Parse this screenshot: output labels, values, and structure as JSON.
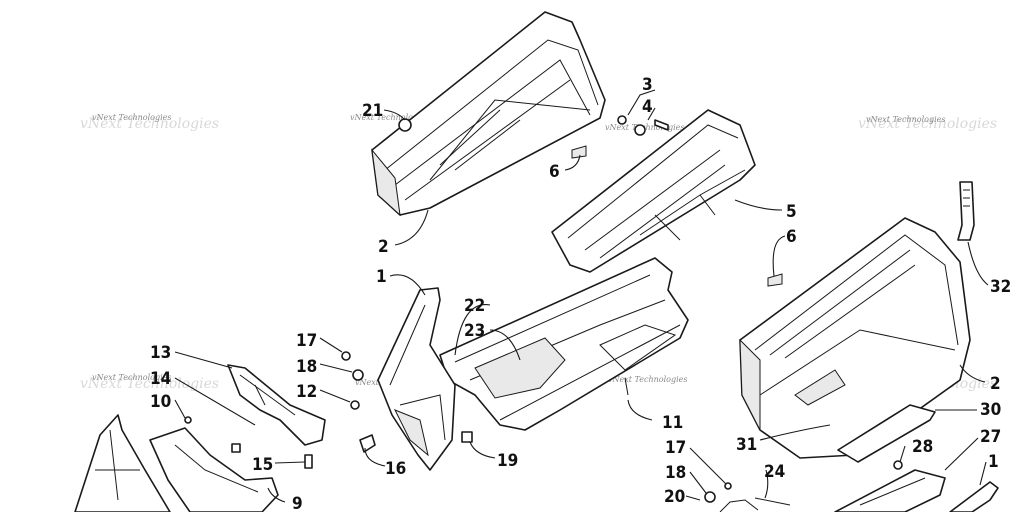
{
  "diagram": {
    "watermark_text": "vNext Technologies",
    "callouts": [
      {
        "id": "c1",
        "label": "21"
      },
      {
        "id": "c2",
        "label": "3"
      },
      {
        "id": "c3",
        "label": "4"
      },
      {
        "id": "c4",
        "label": "6"
      },
      {
        "id": "c5",
        "label": "2"
      },
      {
        "id": "c6",
        "label": "5"
      },
      {
        "id": "c7",
        "label": "6"
      },
      {
        "id": "c8",
        "label": "32"
      },
      {
        "id": "c9",
        "label": "1"
      },
      {
        "id": "c10",
        "label": "22"
      },
      {
        "id": "c11",
        "label": "23"
      },
      {
        "id": "c12",
        "label": "17"
      },
      {
        "id": "c13",
        "label": "18"
      },
      {
        "id": "c14",
        "label": "12"
      },
      {
        "id": "c15",
        "label": "13"
      },
      {
        "id": "c16",
        "label": "14"
      },
      {
        "id": "c17",
        "label": "10"
      },
      {
        "id": "c18",
        "label": "15"
      },
      {
        "id": "c19",
        "label": "16"
      },
      {
        "id": "c20",
        "label": "19"
      },
      {
        "id": "c21",
        "label": "9"
      },
      {
        "id": "c22",
        "label": "11"
      },
      {
        "id": "c23",
        "label": "2"
      },
      {
        "id": "c24",
        "label": "30"
      },
      {
        "id": "c25",
        "label": "31"
      },
      {
        "id": "c26",
        "label": "28"
      },
      {
        "id": "c27",
        "label": "27"
      },
      {
        "id": "c28",
        "label": "17"
      },
      {
        "id": "c29",
        "label": "18"
      },
      {
        "id": "c30",
        "label": "24"
      },
      {
        "id": "c31",
        "label": "20"
      },
      {
        "id": "c32",
        "label": "1"
      }
    ]
  }
}
